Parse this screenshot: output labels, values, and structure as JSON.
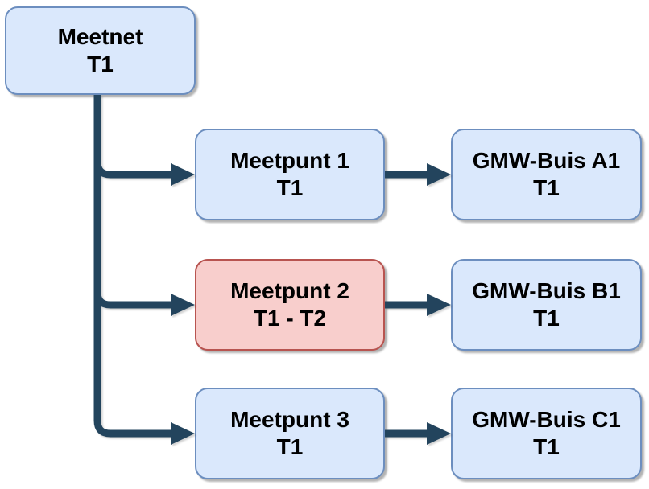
{
  "diagram": {
    "colors": {
      "background": "#ffffff",
      "blue_fill": "#dae8fc",
      "blue_border": "#6c8ebf",
      "red_fill": "#f8cecc",
      "red_border": "#b85450",
      "edge": "#23445d",
      "text": "#000000"
    },
    "nodes": [
      {
        "id": "meetnet",
        "line1": "Meetnet",
        "line2": "T1",
        "variant": "blue"
      },
      {
        "id": "meetpunt-1",
        "line1": "Meetpunt 1",
        "line2": "T1",
        "variant": "blue"
      },
      {
        "id": "meetpunt-2",
        "line1": "Meetpunt 2",
        "line2": "T1 - T2",
        "variant": "red"
      },
      {
        "id": "meetpunt-3",
        "line1": "Meetpunt 3",
        "line2": "T1",
        "variant": "blue"
      },
      {
        "id": "gmw-buis-a1",
        "line1": "GMW-Buis A1",
        "line2": "T1",
        "variant": "blue"
      },
      {
        "id": "gmw-buis-b1",
        "line1": "GMW-Buis B1",
        "line2": "T1",
        "variant": "blue"
      },
      {
        "id": "gmw-buis-c1",
        "line1": "GMW-Buis C1",
        "line2": "T1",
        "variant": "blue"
      }
    ],
    "edges": [
      {
        "from": "Meetnet",
        "to": "Meetpunt 1"
      },
      {
        "from": "Meetnet",
        "to": "Meetpunt 2"
      },
      {
        "from": "Meetnet",
        "to": "Meetpunt 3"
      },
      {
        "from": "Meetpunt 1",
        "to": "GMW-Buis A1"
      },
      {
        "from": "Meetpunt 2",
        "to": "GMW-Buis B1"
      },
      {
        "from": "Meetpunt 3",
        "to": "GMW-Buis C1"
      }
    ]
  }
}
